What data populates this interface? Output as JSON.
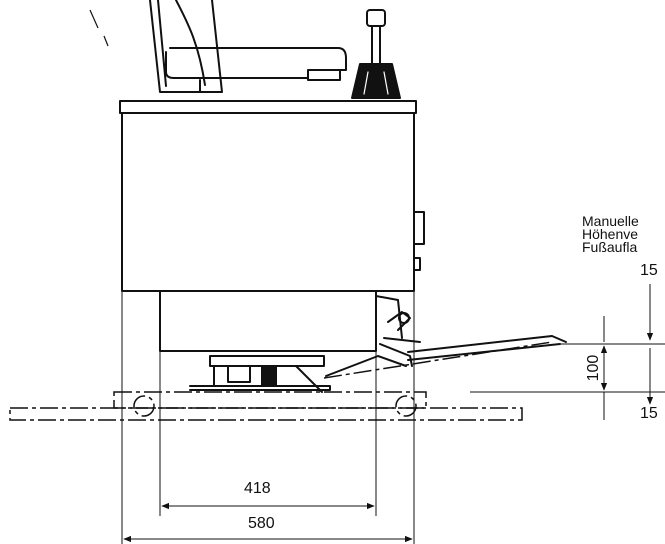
{
  "dimensions": {
    "inner_width": "418",
    "outer_width": "580",
    "footrest_travel": "100",
    "upper_tolerance": "15",
    "lower_tolerance": "15"
  },
  "annotation": {
    "line1": "Manuelle",
    "line2": "Höhenve",
    "line3": "Fußaufla"
  },
  "colors": {
    "ink": "#111111",
    "background": "#ffffff"
  }
}
